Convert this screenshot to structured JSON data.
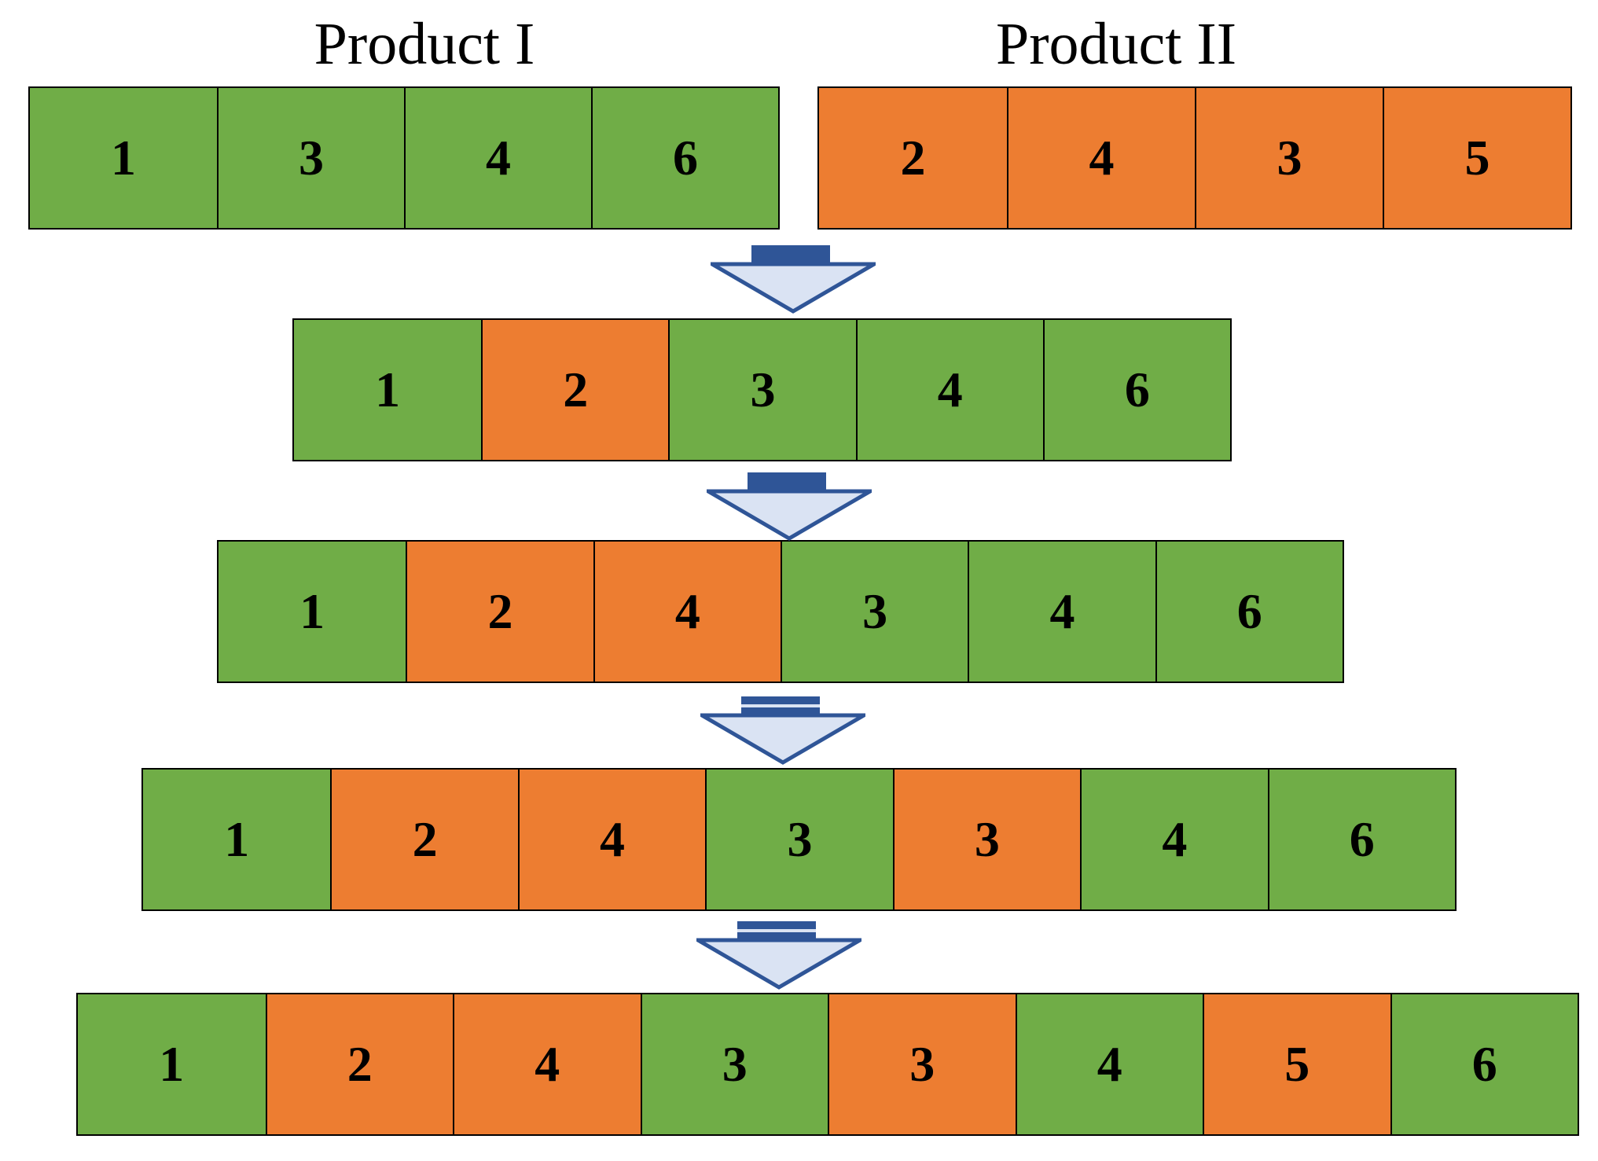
{
  "titles": {
    "product1": "Product I",
    "product2": "Product II"
  },
  "colors": {
    "product1": "#70AD47",
    "product2": "#ED7D31",
    "arrow_fill": "#DAE3F3",
    "arrow_stroke": "#2F5597"
  },
  "rows": [
    {
      "cells": [
        {
          "v": "1",
          "p": 1
        },
        {
          "v": "3",
          "p": 1
        },
        {
          "v": "4",
          "p": 1
        },
        {
          "v": "6",
          "p": 1
        }
      ]
    },
    {
      "cells": [
        {
          "v": "2",
          "p": 2
        },
        {
          "v": "4",
          "p": 2
        },
        {
          "v": "3",
          "p": 2
        },
        {
          "v": "5",
          "p": 2
        }
      ]
    },
    {
      "cells": [
        {
          "v": "1",
          "p": 1
        },
        {
          "v": "2",
          "p": 2
        },
        {
          "v": "3",
          "p": 1
        },
        {
          "v": "4",
          "p": 1
        },
        {
          "v": "6",
          "p": 1
        }
      ]
    },
    {
      "cells": [
        {
          "v": "1",
          "p": 1
        },
        {
          "v": "2",
          "p": 2
        },
        {
          "v": "4",
          "p": 2
        },
        {
          "v": "3",
          "p": 1
        },
        {
          "v": "4",
          "p": 1
        },
        {
          "v": "6",
          "p": 1
        }
      ]
    },
    {
      "cells": [
        {
          "v": "1",
          "p": 1
        },
        {
          "v": "2",
          "p": 2
        },
        {
          "v": "4",
          "p": 2
        },
        {
          "v": "3",
          "p": 1
        },
        {
          "v": "3",
          "p": 2
        },
        {
          "v": "4",
          "p": 1
        },
        {
          "v": "6",
          "p": 1
        }
      ]
    },
    {
      "cells": [
        {
          "v": "1",
          "p": 1
        },
        {
          "v": "2",
          "p": 2
        },
        {
          "v": "4",
          "p": 2
        },
        {
          "v": "3",
          "p": 1
        },
        {
          "v": "3",
          "p": 2
        },
        {
          "v": "4",
          "p": 1
        },
        {
          "v": "5",
          "p": 2
        },
        {
          "v": "6",
          "p": 1
        }
      ]
    }
  ]
}
